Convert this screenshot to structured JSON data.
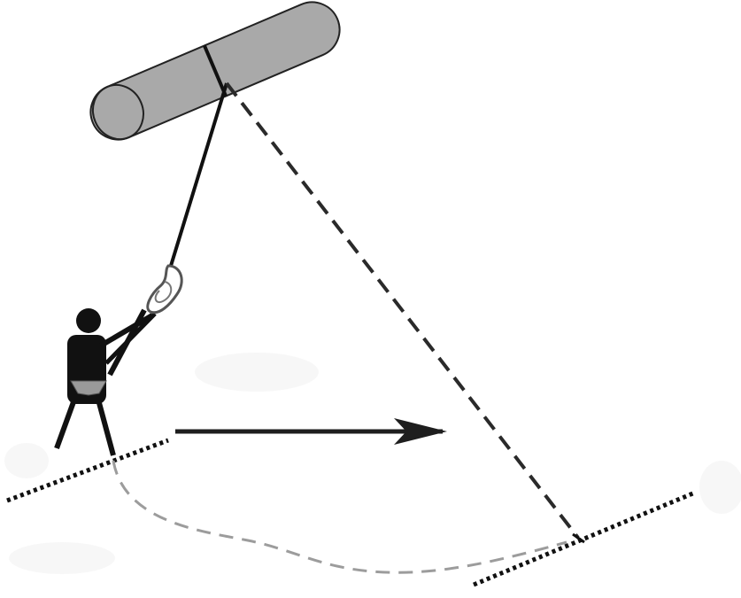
{
  "diagram": {
    "colors": {
      "kite_fill": "#a9a9a9",
      "kite_outline": "#222222",
      "line": "#111111",
      "figure": "#111111",
      "harness": "#9a9a9a",
      "path_dashed_light": "#9c9c9c",
      "arrow": "#1e1e1e",
      "background": "#ffffff"
    },
    "elements": [
      "kite",
      "tether-line",
      "vertical-projection-line",
      "kiter-figure",
      "ground-line-left",
      "ground-line-right",
      "trajectory-path",
      "motion-arrow"
    ]
  }
}
